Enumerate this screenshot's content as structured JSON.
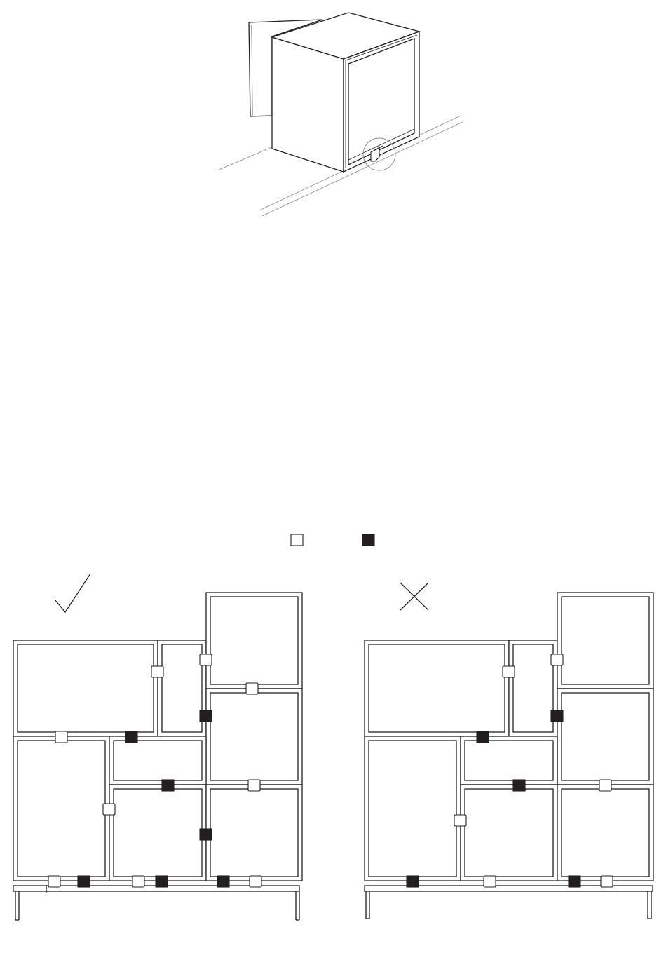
{
  "figure": {
    "top_illustration": {
      "subject": "cube-module-with-clip-detail"
    },
    "legend": [
      {
        "key": "white-clip",
        "color": "#ffffff"
      },
      {
        "key": "black-clip",
        "color": "#231f20"
      }
    ],
    "examples": [
      {
        "key": "correct",
        "mark": "check-mark-icon"
      },
      {
        "key": "incorrect",
        "mark": "cross-mark-icon"
      }
    ]
  },
  "colors": {
    "line": "#231f20",
    "background": "#ffffff",
    "detail_circle": "#8a8a8a"
  }
}
